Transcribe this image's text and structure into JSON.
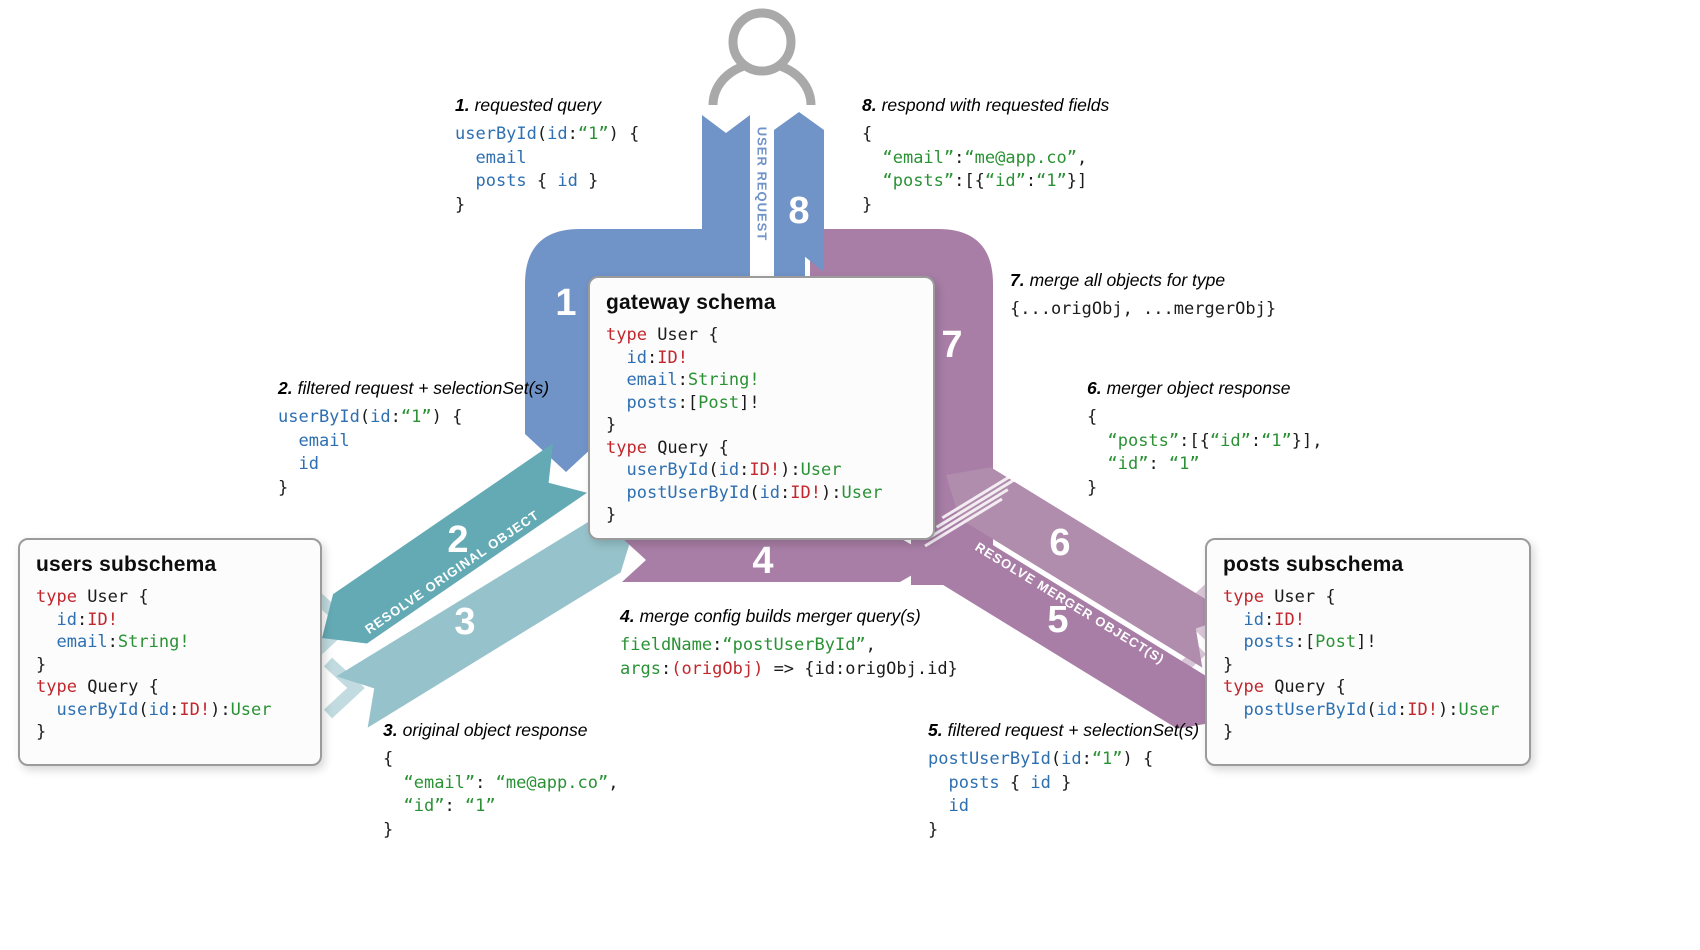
{
  "flow": {
    "user_request_label": "USER REQUEST",
    "resolve_original_label": "RESOLVE ORIGINAL OBJECT",
    "resolve_merger_label": "RESOLVE MERGER OBJECT(S)",
    "steps": {
      "s1": "1",
      "s2": "2",
      "s3": "3",
      "s4": "4",
      "s5": "5",
      "s6": "6",
      "s7": "7",
      "s8": "8"
    }
  },
  "colors": {
    "blue_band": "#7093c8",
    "teal_band": "#64aab5",
    "teal_band_light": "#96c3cb",
    "purple_band": "#a87ea6",
    "purple_band_light": "#b08cad",
    "person_gray": "#a9a9a9",
    "syntax_keyword_red": "#c1272d",
    "syntax_field_blue": "#2d6fb0",
    "syntax_type_green": "#2a9235"
  },
  "boxes": {
    "gateway": {
      "title": "gateway schema",
      "code": [
        [
          [
            "k",
            "type"
          ],
          [
            "p",
            " User {"
          ]
        ],
        [
          [
            "p",
            "  "
          ],
          [
            "b",
            "id"
          ],
          [
            "p",
            ":"
          ],
          [
            "k",
            "ID!"
          ]
        ],
        [
          [
            "p",
            "  "
          ],
          [
            "b",
            "email"
          ],
          [
            "p",
            ":"
          ],
          [
            "g",
            "String!"
          ]
        ],
        [
          [
            "p",
            "  "
          ],
          [
            "b",
            "posts"
          ],
          [
            "p",
            ":["
          ],
          [
            "g",
            "Post"
          ],
          [
            "p",
            "]!"
          ]
        ],
        [
          [
            "p",
            "}"
          ]
        ],
        [
          [
            "k",
            "type"
          ],
          [
            "p",
            " Query {"
          ]
        ],
        [
          [
            "p",
            "  "
          ],
          [
            "b",
            "userById"
          ],
          [
            "p",
            "("
          ],
          [
            "b",
            "id"
          ],
          [
            "p",
            ":"
          ],
          [
            "k",
            "ID!"
          ],
          [
            "p",
            "):"
          ],
          [
            "g",
            "User"
          ]
        ],
        [
          [
            "p",
            "  "
          ],
          [
            "b",
            "postUserById"
          ],
          [
            "p",
            "("
          ],
          [
            "b",
            "id"
          ],
          [
            "p",
            ":"
          ],
          [
            "k",
            "ID!"
          ],
          [
            "p",
            "):"
          ],
          [
            "g",
            "User"
          ]
        ],
        [
          [
            "p",
            "}"
          ]
        ]
      ]
    },
    "users": {
      "title": "users subschema",
      "code": [
        [
          [
            "k",
            "type"
          ],
          [
            "p",
            " User {"
          ]
        ],
        [
          [
            "p",
            "  "
          ],
          [
            "b",
            "id"
          ],
          [
            "p",
            ":"
          ],
          [
            "k",
            "ID!"
          ]
        ],
        [
          [
            "p",
            "  "
          ],
          [
            "b",
            "email"
          ],
          [
            "p",
            ":"
          ],
          [
            "g",
            "String!"
          ]
        ],
        [
          [
            "p",
            "}"
          ]
        ],
        [
          [
            "k",
            "type"
          ],
          [
            "p",
            " Query {"
          ]
        ],
        [
          [
            "p",
            "  "
          ],
          [
            "b",
            "userById"
          ],
          [
            "p",
            "("
          ],
          [
            "b",
            "id"
          ],
          [
            "p",
            ":"
          ],
          [
            "k",
            "ID!"
          ],
          [
            "p",
            "):"
          ],
          [
            "g",
            "User"
          ]
        ],
        [
          [
            "p",
            "}"
          ]
        ]
      ]
    },
    "posts": {
      "title": "posts subschema",
      "code": [
        [
          [
            "k",
            "type"
          ],
          [
            "p",
            " User {"
          ]
        ],
        [
          [
            "p",
            "  "
          ],
          [
            "b",
            "id"
          ],
          [
            "p",
            ":"
          ],
          [
            "k",
            "ID!"
          ]
        ],
        [
          [
            "p",
            "  "
          ],
          [
            "b",
            "posts"
          ],
          [
            "p",
            ":["
          ],
          [
            "g",
            "Post"
          ],
          [
            "p",
            "]!"
          ]
        ],
        [
          [
            "p",
            "}"
          ]
        ],
        [
          [
            "k",
            "type"
          ],
          [
            "p",
            " Query {"
          ]
        ],
        [
          [
            "p",
            "  "
          ],
          [
            "b",
            "postUserById"
          ],
          [
            "p",
            "("
          ],
          [
            "b",
            "id"
          ],
          [
            "p",
            ":"
          ],
          [
            "k",
            "ID!"
          ],
          [
            "p",
            "):"
          ],
          [
            "g",
            "User"
          ]
        ],
        [
          [
            "p",
            "}"
          ]
        ]
      ]
    }
  },
  "annotations": {
    "a1": {
      "num": "1.",
      "title": "requested query",
      "code": [
        [
          [
            "b",
            "userById"
          ],
          [
            "p",
            "("
          ],
          [
            "b",
            "id"
          ],
          [
            "p",
            ":"
          ],
          [
            "g",
            "“1”"
          ],
          [
            "p",
            ") {"
          ]
        ],
        [
          [
            "p",
            "  "
          ],
          [
            "b",
            "email"
          ]
        ],
        [
          [
            "p",
            "  "
          ],
          [
            "b",
            "posts"
          ],
          [
            "p",
            " { "
          ],
          [
            "b",
            "id"
          ],
          [
            "p",
            " }"
          ]
        ],
        [
          [
            "p",
            "}"
          ]
        ]
      ]
    },
    "a2": {
      "num": "2.",
      "title": "filtered request + selectionSet(s)",
      "code": [
        [
          [
            "b",
            "userById"
          ],
          [
            "p",
            "("
          ],
          [
            "b",
            "id"
          ],
          [
            "p",
            ":"
          ],
          [
            "g",
            "“1”"
          ],
          [
            "p",
            ") {"
          ]
        ],
        [
          [
            "p",
            "  "
          ],
          [
            "b",
            "email"
          ]
        ],
        [
          [
            "p",
            "  "
          ],
          [
            "b",
            "id"
          ]
        ],
        [
          [
            "p",
            "}"
          ]
        ]
      ]
    },
    "a3": {
      "num": "3.",
      "title": "original object response",
      "code": [
        [
          [
            "p",
            "{"
          ]
        ],
        [
          [
            "p",
            "  "
          ],
          [
            "g",
            "“email”"
          ],
          [
            "p",
            ": "
          ],
          [
            "g",
            "“me@app.co”"
          ],
          [
            "p",
            ","
          ]
        ],
        [
          [
            "p",
            "  "
          ],
          [
            "g",
            "“id”"
          ],
          [
            "p",
            ": "
          ],
          [
            "g",
            "“1”"
          ]
        ],
        [
          [
            "p",
            "}"
          ]
        ]
      ]
    },
    "a4": {
      "num": "4.",
      "title": "merge config builds merger query(s)",
      "code": [
        [
          [
            "g",
            "fieldName"
          ],
          [
            "p",
            ":"
          ],
          [
            "g",
            "“postUserById”"
          ],
          [
            "p",
            ","
          ]
        ],
        [
          [
            "g",
            "args"
          ],
          [
            "p",
            ":"
          ],
          [
            "k",
            "(origObj)"
          ],
          [
            "p",
            " => {id:origObj.id}"
          ]
        ]
      ]
    },
    "a5": {
      "num": "5.",
      "title": "filtered request + selectionSet(s)",
      "code": [
        [
          [
            "b",
            "postUserById"
          ],
          [
            "p",
            "("
          ],
          [
            "b",
            "id"
          ],
          [
            "p",
            ":"
          ],
          [
            "g",
            "“1”"
          ],
          [
            "p",
            ") {"
          ]
        ],
        [
          [
            "p",
            "  "
          ],
          [
            "b",
            "posts"
          ],
          [
            "p",
            " { "
          ],
          [
            "b",
            "id"
          ],
          [
            "p",
            " }"
          ]
        ],
        [
          [
            "p",
            "  "
          ],
          [
            "b",
            "id"
          ]
        ],
        [
          [
            "p",
            "}"
          ]
        ]
      ]
    },
    "a6": {
      "num": "6.",
      "title": "merger object response",
      "code": [
        [
          [
            "p",
            "{"
          ]
        ],
        [
          [
            "p",
            "  "
          ],
          [
            "g",
            "“posts”"
          ],
          [
            "p",
            ":[{"
          ],
          [
            "g",
            "“id”"
          ],
          [
            "p",
            ":"
          ],
          [
            "g",
            "“1”"
          ],
          [
            "p",
            "}],"
          ]
        ],
        [
          [
            "p",
            "  "
          ],
          [
            "g",
            "“id”"
          ],
          [
            "p",
            ": "
          ],
          [
            "g",
            "“1”"
          ]
        ],
        [
          [
            "p",
            "}"
          ]
        ]
      ]
    },
    "a7": {
      "num": "7.",
      "title": "merge all objects for type",
      "code": [
        [
          [
            "p",
            "{...origObj, ...mergerObj}"
          ]
        ]
      ]
    },
    "a8": {
      "num": "8.",
      "title": "respond with requested fields",
      "code": [
        [
          [
            "p",
            "{"
          ]
        ],
        [
          [
            "p",
            "  "
          ],
          [
            "g",
            "“email”"
          ],
          [
            "p",
            ":"
          ],
          [
            "g",
            "“me@app.co”"
          ],
          [
            "p",
            ","
          ]
        ],
        [
          [
            "p",
            "  "
          ],
          [
            "g",
            "“posts”"
          ],
          [
            "p",
            ":[{"
          ],
          [
            "g",
            "“id”"
          ],
          [
            "p",
            ":"
          ],
          [
            "g",
            "“1”"
          ],
          [
            "p",
            "}]"
          ]
        ],
        [
          [
            "p",
            "}"
          ]
        ]
      ]
    }
  }
}
